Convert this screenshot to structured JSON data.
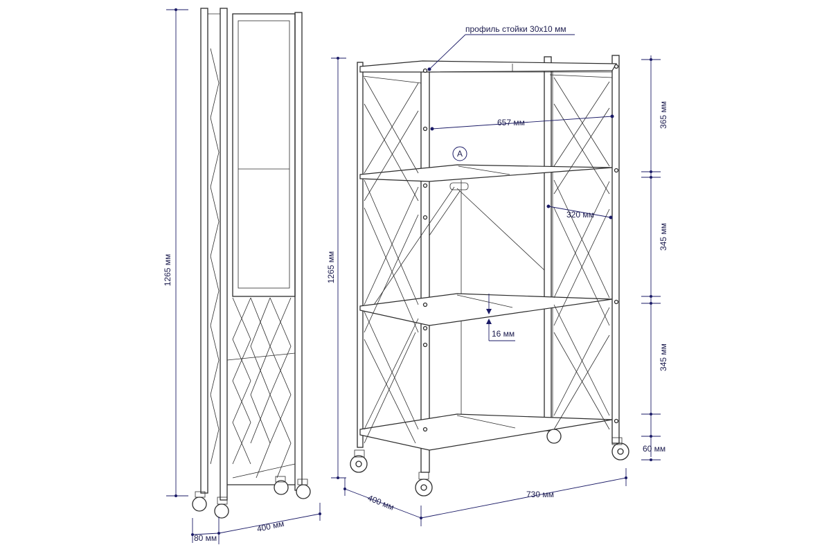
{
  "labels": {
    "profile": "профиль стойки  30х10 мм",
    "width_inner": "657 мм",
    "marker": "A",
    "depth_inner": "320 мм",
    "shelf_thickness": "16 мм",
    "height_front": "1265 мм",
    "height_side": "1265 мм",
    "tier1": "365 мм",
    "tier2": "345 мм",
    "tier3": "345 мм",
    "wheel_height": "60 мм",
    "depth_front": "400 мм",
    "width_front": "730 мм",
    "folded_thickness": "80 мм",
    "folded_depth": "400 мм"
  },
  "colors": {
    "line": "#2b2b2b",
    "dimension": "#1a1a66"
  }
}
